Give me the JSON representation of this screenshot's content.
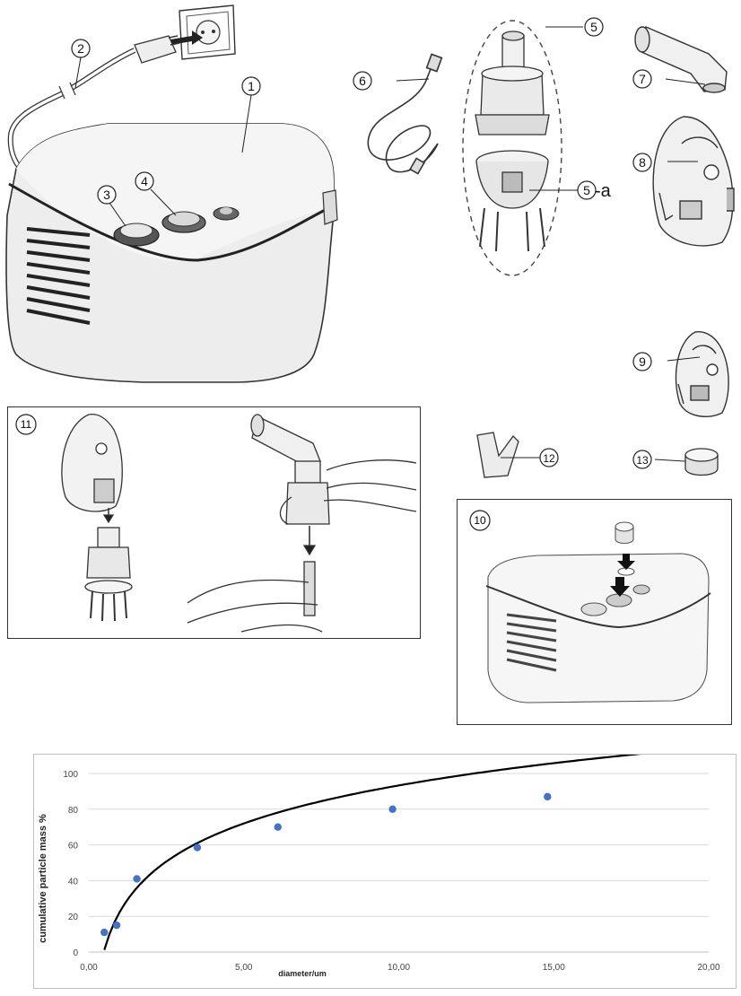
{
  "callouts": {
    "c1": "1",
    "c2": "2",
    "c3": "3",
    "c4": "4",
    "c5": "5",
    "c5a_num": "5",
    "c5a_suffix": "-a",
    "c6": "6",
    "c7": "7",
    "c8": "8",
    "c9": "9",
    "c10": "10",
    "c11": "11",
    "c12": "12",
    "c13": "13"
  },
  "chart_data": {
    "type": "scatter",
    "title": "",
    "xlabel": "diameter/um",
    "ylabel": "cumulative particle mass %",
    "xlim": [
      0,
      20
    ],
    "ylim": [
      0,
      100
    ],
    "x_ticks": [
      "0,00",
      "5,00",
      "10,00",
      "15,00",
      "20,00"
    ],
    "y_ticks": [
      "0",
      "20",
      "40",
      "60",
      "80",
      "100"
    ],
    "grid": "horizontal",
    "legend": "none",
    "series": [
      {
        "points": [
          [
            0.5,
            11
          ],
          [
            0.9,
            15
          ],
          [
            1.55,
            41
          ],
          [
            3.5,
            58.5
          ],
          [
            6.1,
            70
          ],
          [
            9.8,
            80
          ],
          [
            14.8,
            87
          ]
        ]
      }
    ],
    "trendline": {
      "type": "logarithmic",
      "x_from": 0.5,
      "x_to": 20,
      "a": 30.75,
      "b": 22.5
    },
    "colors": {
      "points": "#4472c4",
      "trend": "#000000",
      "grid": "#d9d9d9"
    }
  }
}
